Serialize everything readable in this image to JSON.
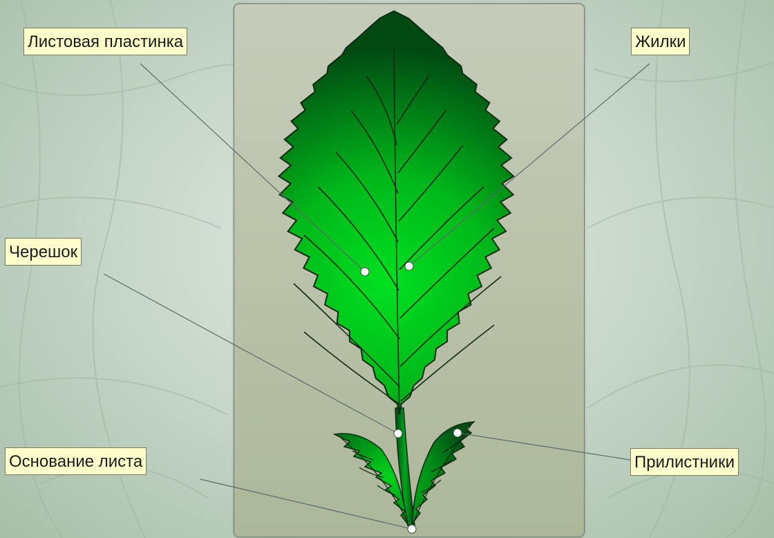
{
  "labels": {
    "leaf_blade": "Листовая пластинка",
    "veins": "Жилки",
    "petiole": "Черешок",
    "leaf_base": "Основание листа",
    "stipules": "Прилистники"
  },
  "colors": {
    "label_bg": "#ffffcc",
    "leaf_light": "#00e020",
    "leaf_dark": "#003c10",
    "vein": "#0f2a12",
    "leader_line": "#5a6a6a",
    "marker": "#ffffff"
  }
}
